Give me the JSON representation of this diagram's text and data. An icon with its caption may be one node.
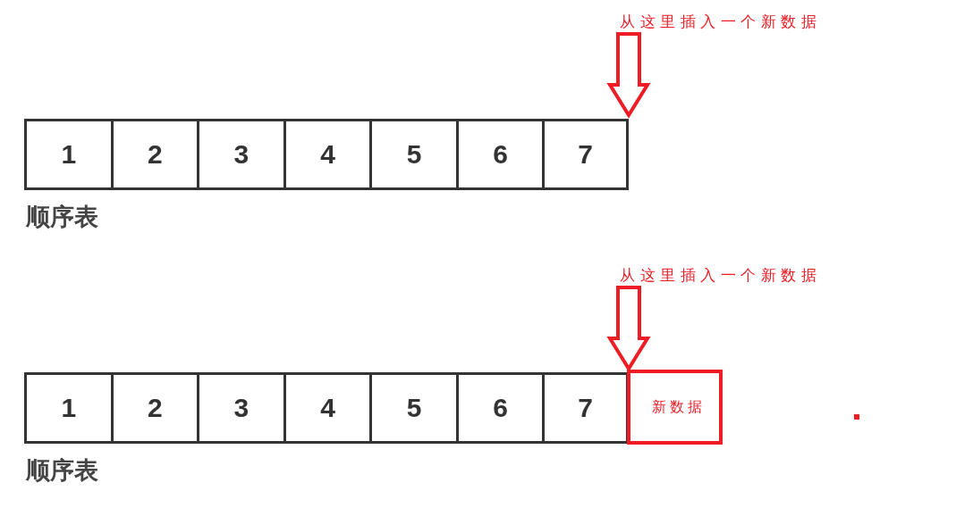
{
  "diagram": {
    "nodes": [
      {
        "text": [
          "从这里插入一个新数据"
        ]
      },
      {
        "text": [],
        "shape": "box",
        "beside": [
          "顺序表"
        ]
      },
      {
        "text": [
          "1"
        ],
        "in": 1
      },
      {
        "text": [
          "2"
        ],
        "in": 1
      },
      {
        "text": [
          "3"
        ],
        "in": 1
      },
      {
        "text": [
          "4"
        ],
        "in": 1
      },
      {
        "text": [
          "5"
        ],
        "in": 1
      },
      {
        "text": [
          "6"
        ],
        "in": 1
      },
      {
        "text": [
          "7"
        ],
        "in": 1
      },
      {
        "text": [
          "从这里插入一个新数据"
        ]
      },
      {
        "text": [],
        "shape": "box",
        "beside": [
          "顺序表"
        ]
      },
      {
        "text": [
          "1"
        ],
        "in": 10
      },
      {
        "text": [
          "2"
        ],
        "in": 10
      },
      {
        "text": [
          "3"
        ],
        "in": 10
      },
      {
        "text": [
          "4"
        ],
        "in": 10
      },
      {
        "text": [
          "5"
        ],
        "in": 10
      },
      {
        "text": [
          "6"
        ],
        "in": 10
      },
      {
        "text": [
          "7"
        ],
        "in": 10
      },
      {
        "text": [
          "新数据"
        ]
      }
    ],
    "edges": [
      {
        "from": 0,
        "to": 1,
        "arrow": "to"
      },
      {
        "from": 9,
        "to": 10,
        "arrow": "to"
      }
    ]
  }
}
